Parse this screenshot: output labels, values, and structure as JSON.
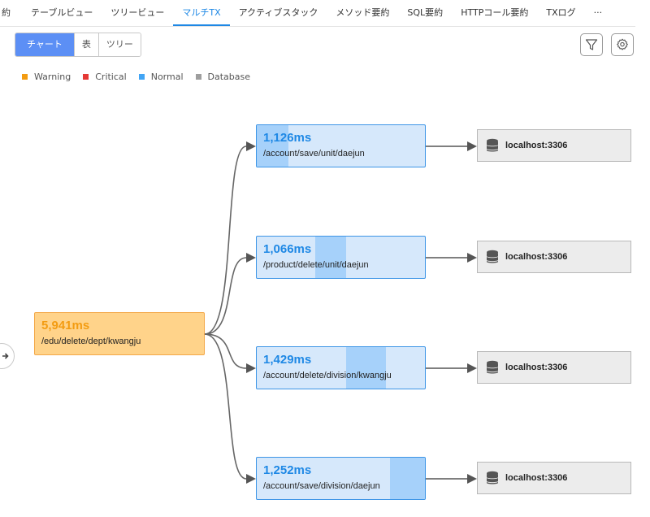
{
  "tabs": [
    {
      "label": "約",
      "active": false
    },
    {
      "label": "テーブルビュー",
      "active": false
    },
    {
      "label": "ツリービュー",
      "active": false
    },
    {
      "label": "マルチTX",
      "active": true
    },
    {
      "label": "アクティブスタック",
      "active": false
    },
    {
      "label": "メソッド要約",
      "active": false
    },
    {
      "label": "SQL要約",
      "active": false
    },
    {
      "label": "HTTPコール要約",
      "active": false
    },
    {
      "label": "TXログ",
      "active": false
    },
    {
      "label": "···",
      "active": false
    }
  ],
  "view_toggle": {
    "chart": "チャート",
    "table": "表",
    "tree": "ツリー",
    "selected": "chart"
  },
  "toolbar": {
    "filter_icon": "filter-icon",
    "settings_icon": "gear-icon"
  },
  "legend": [
    {
      "label": "Warning",
      "color": "#f39c12"
    },
    {
      "label": "Critical",
      "color": "#e53935"
    },
    {
      "label": "Normal",
      "color": "#42a5f5"
    },
    {
      "label": "Database",
      "color": "#9e9e9e"
    }
  ],
  "root": {
    "time": "5,941ms",
    "path": "/edu/delete/dept/kwangju",
    "status": "Warning"
  },
  "children": [
    {
      "time": "1,126ms",
      "path": "/account/save/unit/daejun",
      "bar_start": 0.0,
      "bar_end": 0.19,
      "db": "localhost:3306"
    },
    {
      "time": "1,066ms",
      "path": "/product/delete/unit/daejun",
      "bar_start": 0.35,
      "bar_end": 0.53,
      "db": "localhost:3306"
    },
    {
      "time": "1,429ms",
      "path": "/account/delete/division/kwangju",
      "bar_start": 0.53,
      "bar_end": 0.77,
      "db": "localhost:3306"
    },
    {
      "time": "1,252ms",
      "path": "/account/save/division/daejun",
      "bar_start": 0.79,
      "bar_end": 1.0,
      "db": "localhost:3306"
    }
  ],
  "colors": {
    "accent": "#1e88e5",
    "warning_fill": "#ffd38a",
    "normal_fill": "#d6e8fb",
    "bar_fill": "#a6d1fa"
  }
}
